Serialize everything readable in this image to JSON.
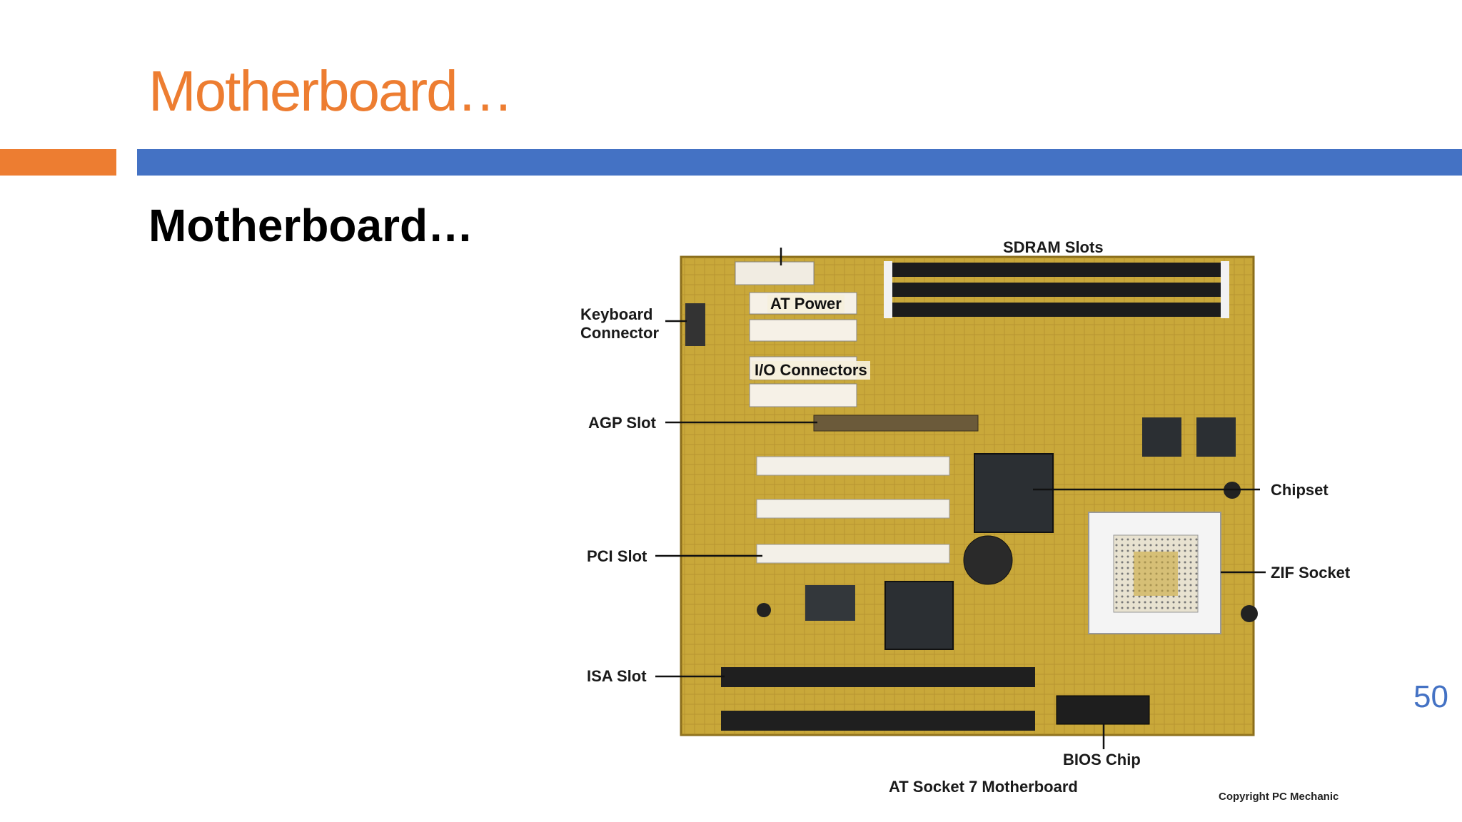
{
  "slide": {
    "title": "Motherboard…",
    "heading": "Motherboard…",
    "page_number": "50"
  },
  "figure": {
    "labels": {
      "sdram_slots": "SDRAM Slots",
      "keyboard_connector_line1": "Keyboard",
      "keyboard_connector_line2": "Connector",
      "at_power": "AT Power",
      "io_connectors": "I/O Connectors",
      "agp_slot": "AGP Slot",
      "chipset": "Chipset",
      "pci_slot": "PCI Slot",
      "zif_socket": "ZIF Socket",
      "isa_slot": "ISA Slot",
      "bios_chip": "BIOS Chip"
    },
    "caption": "AT Socket 7 Motherboard",
    "copyright": "Copyright PC Mechanic"
  },
  "colors": {
    "title": "#ed7d31",
    "accent_orange": "#ed7d31",
    "accent_blue": "#4472c4",
    "page_number": "#4472c4",
    "board": "#c9a83a"
  }
}
